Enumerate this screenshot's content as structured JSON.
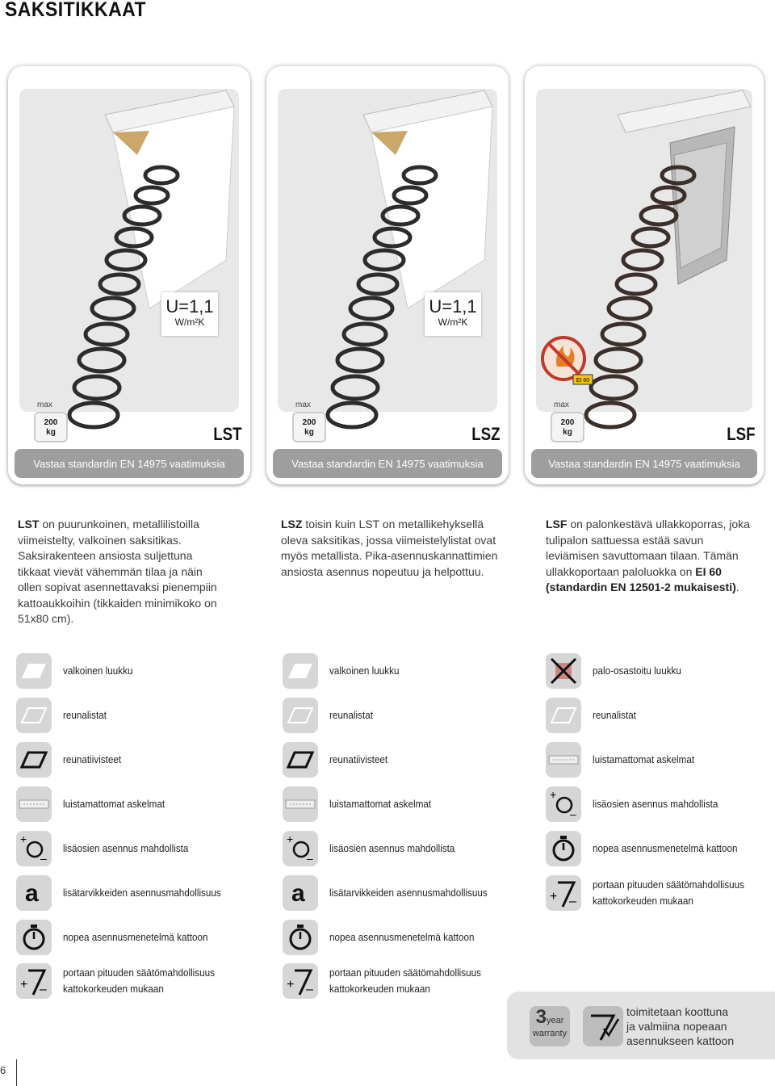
{
  "page": {
    "title": "SAKSITIKKAAT",
    "page_number": "6"
  },
  "cards": [
    {
      "model": "LST",
      "footer": "Vastaa standardin EN 14975 vaatimuksia",
      "u_value": "U=1,1",
      "u_unit": "W/m²K",
      "max_label": "max",
      "max_value": "200",
      "max_unit": "kg"
    },
    {
      "model": "LSZ",
      "footer": "Vastaa standardin EN 14975 vaatimuksia",
      "u_value": "U=1,1",
      "u_unit": "W/m²K",
      "max_label": "max",
      "max_value": "200",
      "max_unit": "kg"
    },
    {
      "model": "LSF",
      "footer": "Vastaa standardin EN 14975 vaatimuksia",
      "fire_badge": "EI 60",
      "max_label": "max",
      "max_value": "200",
      "max_unit": "kg"
    }
  ],
  "descriptions": {
    "lst": {
      "lead": "LST",
      "text": " on puurunkoinen, metallilistoilla viimeistelty, valkoinen saksitikas. Saksirakenteen ansiosta suljettuna tikkaat vievät vähemmän tilaa ja näin ollen sopivat asennettavaksi pienempiin kattoaukkoihin (tikkaiden minimikoko on 51x80 cm)."
    },
    "lsz": {
      "lead": "LSZ",
      "text": " toisin kuin LST on metallikehyksellä oleva saksitikas, jossa viimeistelylistat ovat myös metallista. Pika-asennuskannattimien ansiosta asennus nopeutuu ja helpottuu."
    },
    "lsf": {
      "lead": "LSF",
      "text": " on palonkestävä ullakkoporras, joka tulipalon sattuessa estää savun leviämisen savuttomaan tilaan. Tämän ullakkoportaan paloluokka on ",
      "bold_tail": "EI 60 (standardin EN 12501-2 mukaisesti)",
      "end": "."
    }
  },
  "features": {
    "lst": [
      {
        "icon": "white-hatch-icon",
        "label": "valkoinen luukku"
      },
      {
        "icon": "trim-strips-icon",
        "label": "reunalistat"
      },
      {
        "icon": "edge-seals-icon",
        "label": "reunatiivisteet"
      },
      {
        "icon": "non-slip-steps-icon",
        "label": "luistamattomat askelmat"
      },
      {
        "icon": "accessory-install-icon",
        "label": "lisäosien asennus mahdollista"
      },
      {
        "icon": "accessory-letter-a-icon",
        "label": "lisätarvikkeiden asennusmahdollisuus"
      },
      {
        "icon": "stopwatch-icon",
        "label": "nopea asennusmenetelmä kattoon"
      },
      {
        "icon": "length-adjust-icon",
        "label": "portaan pituuden säätömahdollisuus",
        "label2": "kattokorkeuden mukaan"
      }
    ],
    "lsz": [
      {
        "icon": "white-hatch-icon",
        "label": "valkoinen luukku"
      },
      {
        "icon": "trim-strips-icon",
        "label": "reunalistat"
      },
      {
        "icon": "edge-seals-icon",
        "label": "reunatiivisteet"
      },
      {
        "icon": "non-slip-steps-icon",
        "label": "luistamattomat askelmat"
      },
      {
        "icon": "accessory-install-icon",
        "label": "lisäosien asennus mahdollista"
      },
      {
        "icon": "accessory-letter-a-icon",
        "label": "lisätarvikkeiden asennusmahdollisuus"
      },
      {
        "icon": "stopwatch-icon",
        "label": "nopea asennusmenetelmä kattoon"
      },
      {
        "icon": "length-adjust-icon",
        "label": "portaan pituuden säätömahdollisuus",
        "label2": "kattokorkeuden mukaan"
      }
    ],
    "lsf": [
      {
        "icon": "fire-compartment-hatch-icon",
        "label": "palo-osastoitu luukku"
      },
      {
        "icon": "trim-strips-icon",
        "label": "reunalistat"
      },
      {
        "icon": "non-slip-steps-icon",
        "label": "luistamattomat askelmat"
      },
      {
        "icon": "accessory-install-icon",
        "label": "lisäosien asennus mahdollista"
      },
      {
        "icon": "stopwatch-icon",
        "label": "nopea asennusmenetelmä kattoon"
      },
      {
        "icon": "length-adjust-icon",
        "label": "portaan pituuden säätömahdollisuus",
        "label2": "kattokorkeuden mukaan"
      }
    ]
  },
  "warranty": {
    "number": "3",
    "unit": "year",
    "word": "warranty",
    "line1": "toimitetaan koottuna",
    "line2": "ja valmiina nopeaan",
    "line3": "asennukseen kattoon"
  }
}
